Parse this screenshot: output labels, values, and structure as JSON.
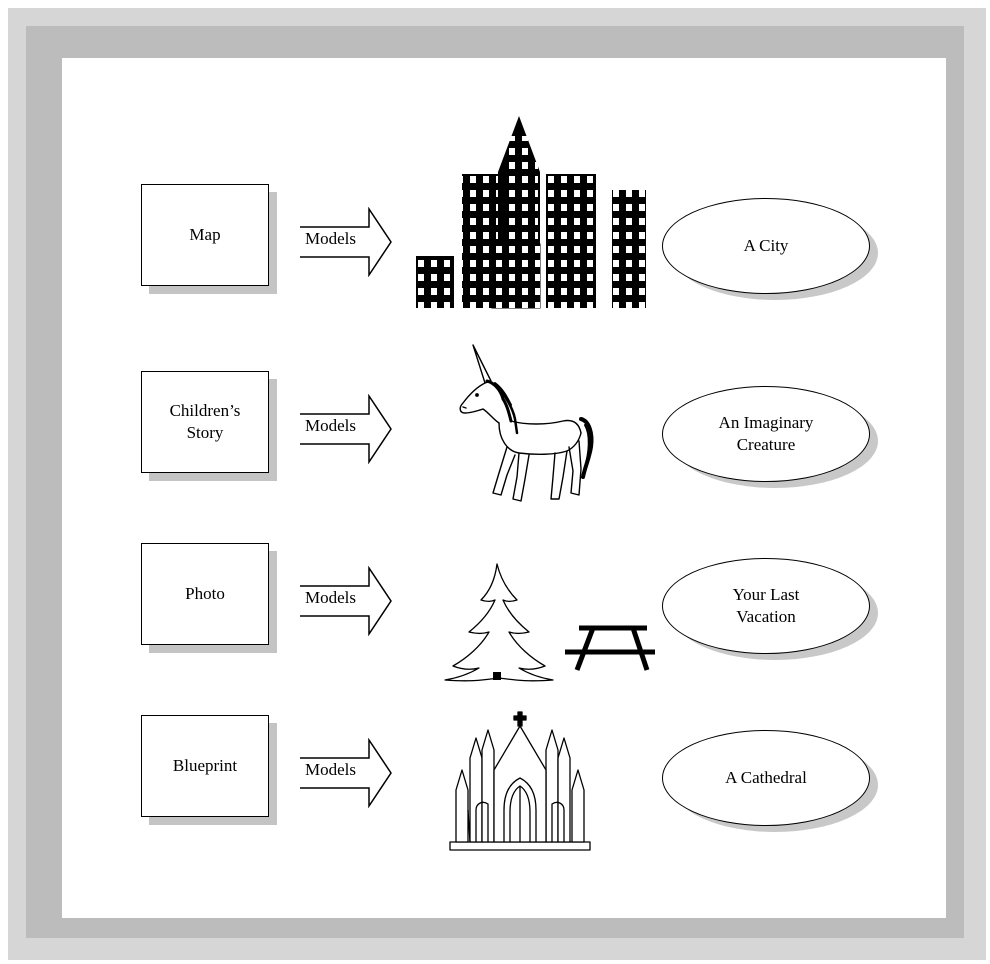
{
  "rows": [
    {
      "source": "Map",
      "relation": "Models",
      "target": "A City",
      "picture_icon": "city-skyline-icon"
    },
    {
      "source": "Children’s Story",
      "relation": "Models",
      "target": "An Imaginary Creature",
      "picture_icon": "unicorn-icon"
    },
    {
      "source": "Photo",
      "relation": "Models",
      "target": "Your Last Vacation",
      "picture_icon": "tree-and-picnic-table-icon"
    },
    {
      "source": "Blueprint",
      "relation": "Models",
      "target": "A Cathedral",
      "picture_icon": "cathedral-icon"
    }
  ],
  "colors": {
    "outer_frame": "#d6d6d6",
    "inner_frame": "#bcbcbc",
    "shadow": "#c4c4c4",
    "ink": "#000000"
  }
}
